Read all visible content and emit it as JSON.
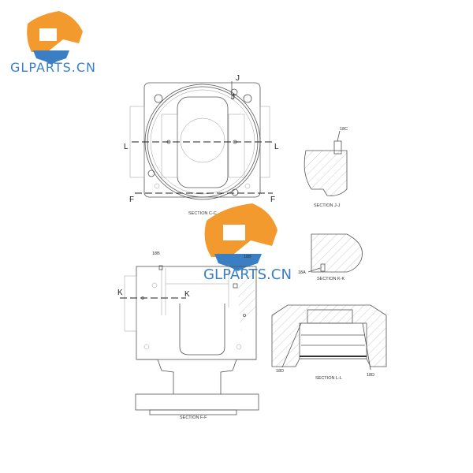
{
  "watermark": {
    "text": "GLPARTS.CN",
    "orange": "#f39a2e",
    "blue": "#3a7fc4"
  },
  "view_cc": {
    "title": "SECTION C-C",
    "cut_labels": [
      "J",
      "J",
      "L",
      "L",
      "F",
      "F"
    ]
  },
  "view_jj": {
    "title": "SECTION J-J",
    "callout": "18C"
  },
  "view_kk": {
    "title": "SECTION K-K",
    "callout": "18A"
  },
  "view_ll": {
    "title": "SECTION L-L",
    "callouts": [
      "18D",
      "18D"
    ]
  },
  "view_ff": {
    "title": "SECTION F-F",
    "callouts": [
      "18B",
      "18B"
    ],
    "cut_labels": [
      "K",
      "K"
    ]
  }
}
